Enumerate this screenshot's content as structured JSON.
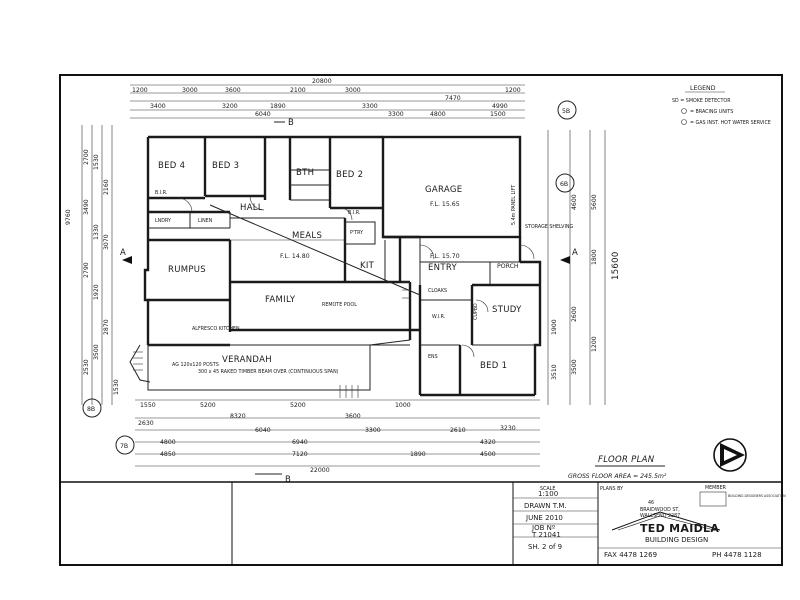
{
  "rooms": {
    "bed4": "BED 4",
    "bed3": "BED 3",
    "bth": "BTH",
    "bed2": "BED 2",
    "garage": "GARAGE",
    "garage_fl": "F.L. 15.65",
    "hall": "HALL",
    "meals": "MEALS",
    "meals_fl": "F.L. 14.80",
    "rumpus": "RUMPUS",
    "kit": "KIT",
    "family": "FAMILY",
    "verandah": "VERANDAH",
    "study": "STUDY",
    "bed1": "BED 1",
    "entry": "ENTRY",
    "entry_fl": "F.L. 15.70",
    "porch": "PORCH",
    "alfresco": "ALFRESCO KITCHEN",
    "linen": "LINEN",
    "lndry": "LNDRY",
    "bir": "B.I.R.",
    "wir": "W.I.R.",
    "ens": "ENS",
    "ptry": "P'TRY",
    "cloaks": "CLOAKS",
    "cupbd": "CUPBD",
    "verandah_note": "300 x 45 RAKED TIMBER BEAM OVER (CONTINUOUS SPAN)",
    "ag_note": "AG 120x120 POSTS",
    "remote_pool": "REMOTE POOL"
  },
  "dimensions": {
    "overall_top": "20800",
    "overall_bottom": "22000",
    "overall_right": "15600",
    "overall_left": "9760",
    "top_row1": [
      "1200",
      "3000",
      "3600",
      "2100",
      "3000",
      "7470",
      "1200"
    ],
    "top_row2": [
      "3400",
      "3200",
      "1890",
      "3300",
      "4800",
      "1500"
    ],
    "top_row3": [
      "6040",
      "3300",
      "4990"
    ],
    "bottom_row1": [
      "1550",
      "5200",
      "5200",
      "1000"
    ],
    "bottom_row2": [
      "2630",
      "8320",
      "3600",
      "3230"
    ],
    "bottom_row3": [
      "6040",
      "3300",
      "2610"
    ],
    "bottom_row4": [
      "4800",
      "6940",
      "4320"
    ],
    "bottom_row5": [
      "4850",
      "7120",
      "1890",
      "4500"
    ],
    "left_col": [
      "2700",
      "1530",
      "2160",
      "3490",
      "1330",
      "3070",
      "2790",
      "1920",
      "2530",
      "3500",
      "2870",
      "1530"
    ],
    "right_col": [
      "5600",
      "4600",
      "1800",
      "2600",
      "3500",
      "1200",
      "3510",
      "1900"
    ]
  },
  "markers": {
    "section_b": "B",
    "section_a": "A",
    "c5": "5B",
    "c6": "6B",
    "c7": "7B",
    "c8": "8B"
  },
  "legend": {
    "title": "LEGEND",
    "items": [
      "SD = SMOKE DETECTOR",
      "= BRACING UNITS",
      "= GAS INST. HOT WATER SERVICE"
    ]
  },
  "notes": {
    "floor_plan": "FLOOR PLAN",
    "gross_area": "GROSS FLOOR AREA = 245.5m²",
    "garage_door": "5.4m PANEL LIFT",
    "storage": "STORAGE SHELVING"
  },
  "title_block": {
    "scale_label": "SCALE",
    "scale": "1:100",
    "drawn": "DRAWN T.M.",
    "date": "JUNE 2010",
    "job_no": "JOB Nº",
    "job_value": "T 21041",
    "sheet": "SH. 2 of 9",
    "plans_by": "PLANS BY",
    "member": "MEMBER",
    "address_num": "46",
    "address_street": "BRAIDWOOD ST,",
    "address_town": "WALLSEND 2287",
    "company": "TED MAIDLA",
    "company_sub": "BUILDING DESIGN",
    "fax": "FAX 4478 1269",
    "ph": "PH 4478 1128",
    "assoc": "BUILDING DESIGNERS ASSOCIATION"
  },
  "colors": {
    "ink": "#1a1a1a",
    "paper": "#ffffff"
  }
}
